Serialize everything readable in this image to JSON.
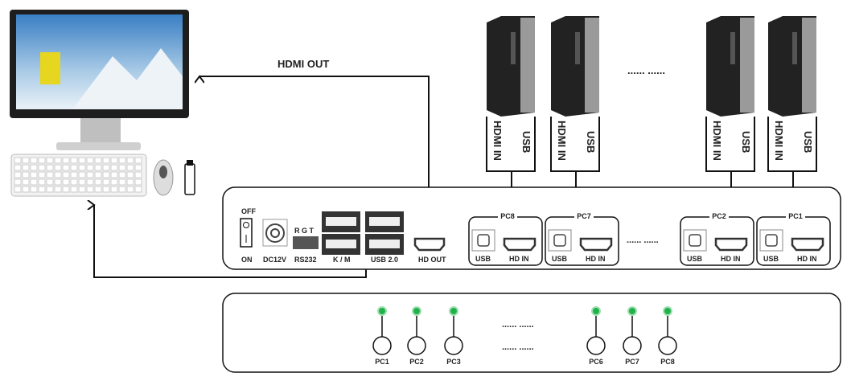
{
  "hdmi_out_label": "HDMI OUT",
  "dots": "...... ......",
  "pc_cable_labels": {
    "hdmi": "HDMI IN",
    "usb": "USB"
  },
  "rear_panel": {
    "switch": {
      "off": "OFF",
      "on": "ON"
    },
    "power": "DC12V",
    "rs232_pins": "R G T",
    "rs232": "RS232",
    "km": "K / M",
    "usb": "USB 2.0",
    "hd_out": "HD OUT",
    "port_groups": [
      {
        "name": "PC8",
        "usb": "USB",
        "hdmi": "HD IN"
      },
      {
        "name": "PC7",
        "usb": "USB",
        "hdmi": "HD IN"
      },
      {
        "name": "PC2",
        "usb": "USB",
        "hdmi": "HD IN"
      },
      {
        "name": "PC1",
        "usb": "USB",
        "hdmi": "HD IN"
      }
    ]
  },
  "front_panel": {
    "buttons": [
      "PC1",
      "PC2",
      "PC3",
      "PC6",
      "PC7",
      "PC8"
    ],
    "led_color": "#22b14c"
  }
}
